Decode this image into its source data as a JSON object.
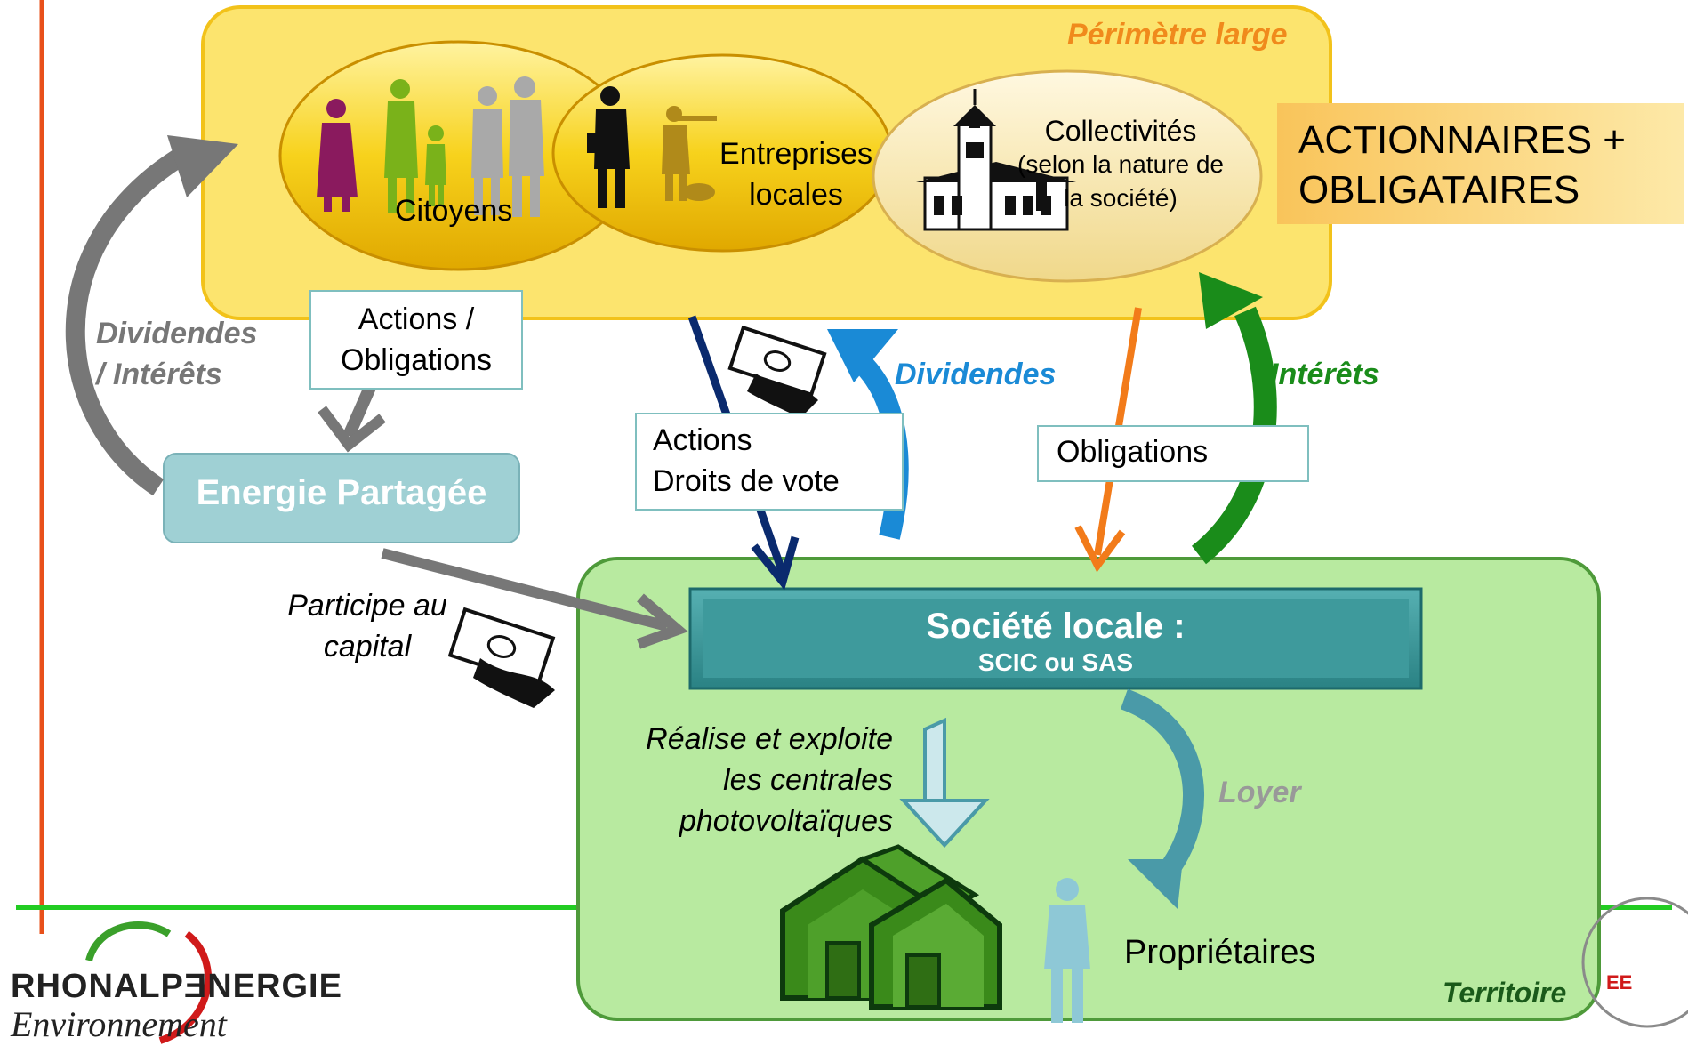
{
  "top_panel": {
    "title": "Périmètre large"
  },
  "investors": {
    "citoyens": "Citoyens",
    "entreprises_line1": "Entreprises",
    "entreprises_line2": "locales",
    "collectivites_line1": "Collectivités",
    "collectivites_line2": "(selon la nature de",
    "collectivites_line3": "la société)"
  },
  "actionnaires_box": {
    "line1": "ACTIONNAIRES +",
    "line2": "OBLIGATAIRES"
  },
  "energie_partagee": {
    "label": "Energie Partagée"
  },
  "flows": {
    "actions_obligations_line1": "Actions /",
    "actions_obligations_line2": "Obligations",
    "dividendes_interets_line1": "Dividendes",
    "dividendes_interets_line2": "/ Intérêts",
    "actions_droits_line1": "Actions",
    "actions_droits_line2": "Droits de vote",
    "dividendes": "Dividendes",
    "obligations": "Obligations",
    "interets": "Intérêts",
    "participe_line1": "Participe au",
    "participe_line2": "capital",
    "realise_line1": "Réalise et exploite",
    "realise_line2": "les centrales",
    "realise_line3": "photovoltaïques",
    "loyer": "Loyer"
  },
  "societe": {
    "title": "Société locale :",
    "subtitle": "SCIC ou SAS"
  },
  "proprietaires": "Propriétaires",
  "territoire": "Territoire",
  "logo": {
    "title": "RHONALPƎNERGIE",
    "subtitle": "Environnement"
  },
  "colors": {
    "top_panel": "#fce46e",
    "territory": "#b8eaa0",
    "societe": "#2e8a8c",
    "energie_partagee": "#9fd0d4",
    "grey_arrow": "#777777",
    "blue_arrow": "#1a8ad6",
    "navy_arrow": "#0a2a6e",
    "orange_arrow": "#f27b1a",
    "green_arrow": "#1a8c1a",
    "teal_arrow": "#4a9aa8",
    "orange_label": "#f08a1c"
  }
}
